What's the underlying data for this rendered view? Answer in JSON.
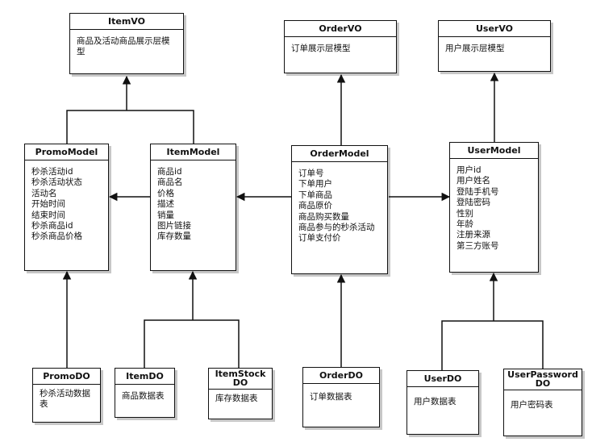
{
  "colors": {
    "stroke": "#111111",
    "fill": "#ffffff",
    "shadow": "rgba(0,0,0,0.22)"
  },
  "nodes": {
    "item_vo": {
      "title": "ItemVO",
      "lines": [
        "商品及活动商品展示层模",
        "型"
      ]
    },
    "order_vo": {
      "title": "OrderVO",
      "lines": [
        "订单展示层模型"
      ]
    },
    "user_vo": {
      "title": "UserVO",
      "lines": [
        "用户展示层模型"
      ]
    },
    "promo_model": {
      "title": "PromoModel",
      "lines": [
        "秒杀活动id",
        "秒杀活动状态",
        "活动名",
        "开始时间",
        "结束时间",
        "秒杀商品id",
        "秒杀商品价格"
      ]
    },
    "item_model": {
      "title": "ItemModel",
      "lines": [
        "商品id",
        "商品名",
        "价格",
        "描述",
        "销量",
        "图片链接",
        "库存数量"
      ]
    },
    "order_model": {
      "title": "OrderModel",
      "lines": [
        "订单号",
        "下单用户",
        "下单商品",
        "商品原价",
        "商品购买数量",
        "商品参与的秒杀活动",
        "订单支付价"
      ]
    },
    "user_model": {
      "title": "UserModel",
      "lines": [
        "用户id",
        "用户姓名",
        "登陆手机号",
        "登陆密码",
        "性别",
        "年龄",
        "注册来源",
        "第三方账号"
      ]
    },
    "promo_do": {
      "title": "PromoDO",
      "lines": [
        "秒杀活动数据",
        "表"
      ]
    },
    "item_do": {
      "title": "ItemDO",
      "lines": [
        "商品数据表"
      ]
    },
    "itemstock_do": {
      "title": "ItemStock DO",
      "lines": [
        "库存数据表"
      ]
    },
    "order_do": {
      "title": "OrderDO",
      "lines": [
        "订单数据表"
      ]
    },
    "user_do": {
      "title": "UserDO",
      "lines": [
        "用户数据表"
      ]
    },
    "userpassword_do": {
      "title": "UserPassword DO",
      "lines": [
        "用户密码表"
      ]
    }
  }
}
